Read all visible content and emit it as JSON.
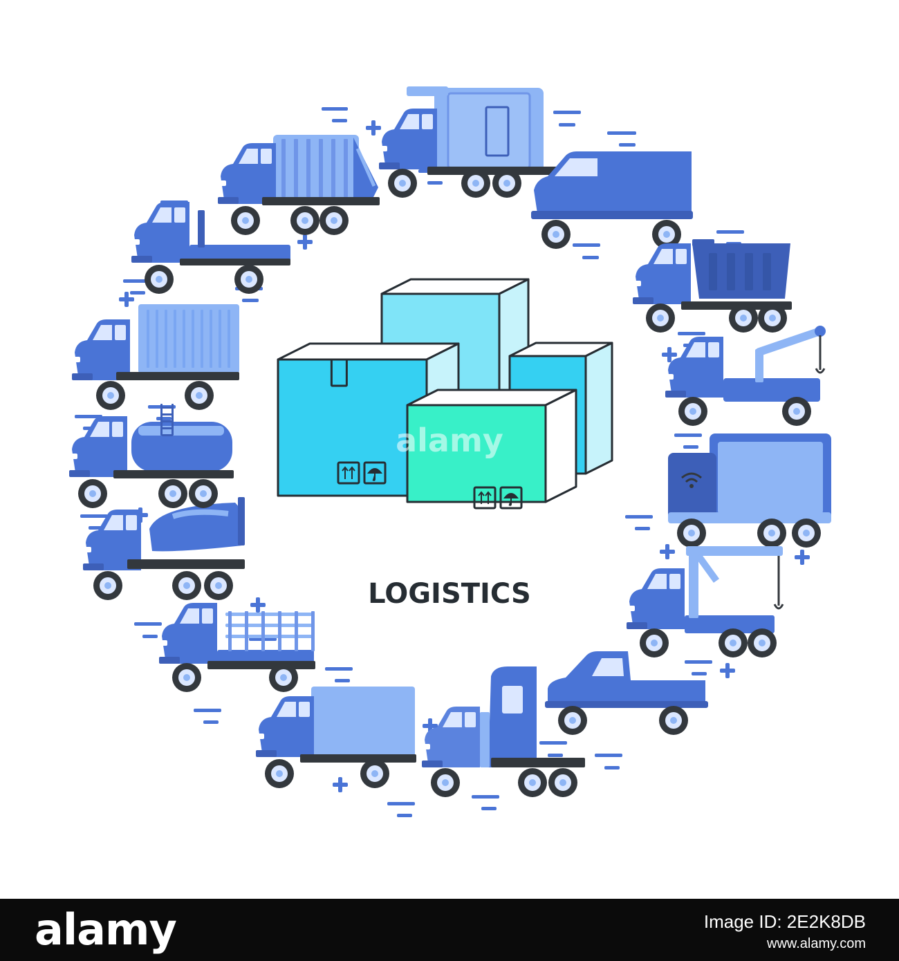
{
  "illustration": {
    "title": "LOGISTICS",
    "vehicles": [
      "refrigerator-truck",
      "delivery-van",
      "dump-truck",
      "tow-truck",
      "box-truck-wifi",
      "crane-truck",
      "pickup-truck",
      "semi-truck",
      "box-truck",
      "stake-truck",
      "cement-mixer-truck",
      "tanker-truck",
      "container-truck",
      "flatbed-truck",
      "garbage-truck"
    ],
    "boxes": [
      "tall-box",
      "back-right-box",
      "front-left-box",
      "front-right-box"
    ],
    "package_symbols": [
      "this-way-up-arrows",
      "keep-dry-umbrella"
    ],
    "watermark": "alamy",
    "colors": {
      "body": "#4a74d6",
      "dark_body": "#3d5fb8",
      "light_body": "#8eb5f5",
      "window": "#dbe7ff",
      "box_blue": "#35d0f2",
      "box_teal": "#38f0c8",
      "box_light": "#7fe4f8",
      "lines": "#4a74d6",
      "text": "#262d33"
    }
  },
  "footer": {
    "brand": "alamy",
    "image_id": "Image ID: 2E2K8DB",
    "url": "www.alamy.com"
  }
}
